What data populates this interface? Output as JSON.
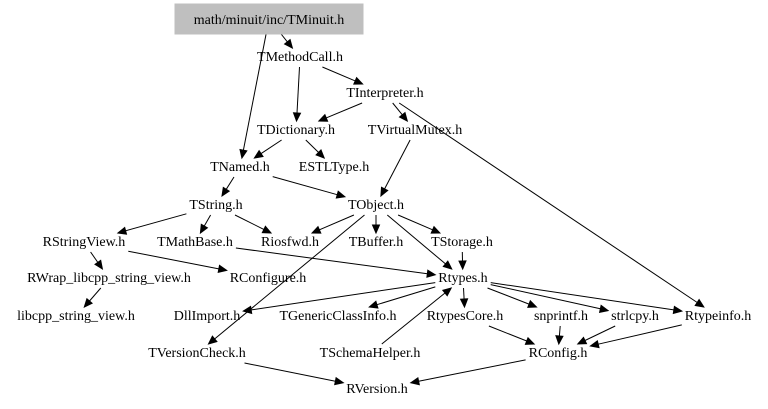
{
  "diagram": {
    "root": "math/minuit/inc/TMinuit.h",
    "nodes": {
      "tminuit": "math/minuit/inc/TMinuit.h",
      "tmethodcall": "TMethodCall.h",
      "tinterpreter": "TInterpreter.h",
      "tdictionary": "TDictionary.h",
      "tvirtualmutex": "TVirtualMutex.h",
      "tnamed": "TNamed.h",
      "estltype": "ESTLType.h",
      "tstring": "TString.h",
      "tobject": "TObject.h",
      "rstringview": "RStringView.h",
      "tmathbase": "TMathBase.h",
      "riosfwd": "Riosfwd.h",
      "tbuffer": "TBuffer.h",
      "tstorage": "TStorage.h",
      "rwrap": "RWrap_libcpp_string_view.h",
      "rconfigure": "RConfigure.h",
      "rtypes": "Rtypes.h",
      "libcpp": "libcpp_string_view.h",
      "dllimport": "DllImport.h",
      "tgenericclassinfo": "TGenericClassInfo.h",
      "rtypescore": "RtypesCore.h",
      "snprintf": "snprintf.h",
      "strlcpy": "strlcpy.h",
      "rtypeinfo": "Rtypeinfo.h",
      "tversioncheck": "TVersionCheck.h",
      "tschemahelper": "TSchemaHelper.h",
      "rconfig": "RConfig.h",
      "rversion": "RVersion.h"
    },
    "edges": [
      [
        "tminuit",
        "tmethodcall"
      ],
      [
        "tminuit",
        "tnamed"
      ],
      [
        "tmethodcall",
        "tinterpreter"
      ],
      [
        "tmethodcall",
        "tdictionary"
      ],
      [
        "tinterpreter",
        "tdictionary"
      ],
      [
        "tinterpreter",
        "tvirtualmutex"
      ],
      [
        "tinterpreter",
        "rtypeinfo"
      ],
      [
        "tdictionary",
        "tnamed"
      ],
      [
        "tdictionary",
        "estltype"
      ],
      [
        "tvirtualmutex",
        "tobject"
      ],
      [
        "tnamed",
        "tstring"
      ],
      [
        "tnamed",
        "tobject"
      ],
      [
        "tstring",
        "rstringview"
      ],
      [
        "tstring",
        "tmathbase"
      ],
      [
        "tstring",
        "riosfwd"
      ],
      [
        "tobject",
        "riosfwd"
      ],
      [
        "tobject",
        "tbuffer"
      ],
      [
        "tobject",
        "tstorage"
      ],
      [
        "tobject",
        "rtypes"
      ],
      [
        "tobject",
        "tversioncheck"
      ],
      [
        "rstringview",
        "rwrap"
      ],
      [
        "rstringview",
        "rconfigure"
      ],
      [
        "tmathbase",
        "rtypes"
      ],
      [
        "tstorage",
        "rtypes"
      ],
      [
        "rwrap",
        "libcpp"
      ],
      [
        "rtypes",
        "dllimport"
      ],
      [
        "rtypes",
        "tgenericclassinfo"
      ],
      [
        "rtypes",
        "rtypescore"
      ],
      [
        "rtypes",
        "snprintf"
      ],
      [
        "rtypes",
        "strlcpy"
      ],
      [
        "rtypes",
        "rtypeinfo"
      ],
      [
        "rtypescore",
        "rconfig"
      ],
      [
        "snprintf",
        "rconfig"
      ],
      [
        "strlcpy",
        "rconfig"
      ],
      [
        "rtypeinfo",
        "rconfig"
      ],
      [
        "tversioncheck",
        "rversion"
      ],
      [
        "tschemahelper",
        "rtypes"
      ],
      [
        "rconfig",
        "rversion"
      ]
    ]
  }
}
